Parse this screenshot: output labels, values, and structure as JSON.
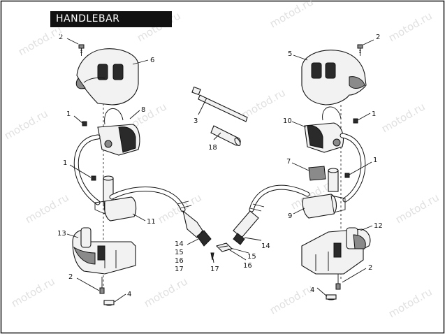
{
  "title": "HANDLEBAR SWITCHES",
  "watermark_text": "motod.ru",
  "callouts": {
    "c2_tl": "2",
    "c6": "6",
    "c1_l1": "1",
    "c8": "8",
    "c1_l2": "1",
    "c11": "11",
    "c13": "13",
    "c2_bl": "2",
    "c4_l": "4",
    "c14_l": "14",
    "c15_l": "15",
    "c16_l": "16",
    "c17_l": "17",
    "c3": "3",
    "c18": "18",
    "c17_m": "17",
    "c14_r": "14",
    "c15_r": "15",
    "c16_r": "16",
    "c2_tr": "2",
    "c5": "5",
    "c1_r1": "1",
    "c10": "10",
    "c7": "7",
    "c1_r2": "1",
    "c9": "9",
    "c12": "12",
    "c2_br": "2",
    "c4_r": "4"
  },
  "colors": {
    "title_bg": "#111111",
    "title_fg": "#ffffff",
    "line": "#111111",
    "watermark": "#c8c8c8"
  }
}
